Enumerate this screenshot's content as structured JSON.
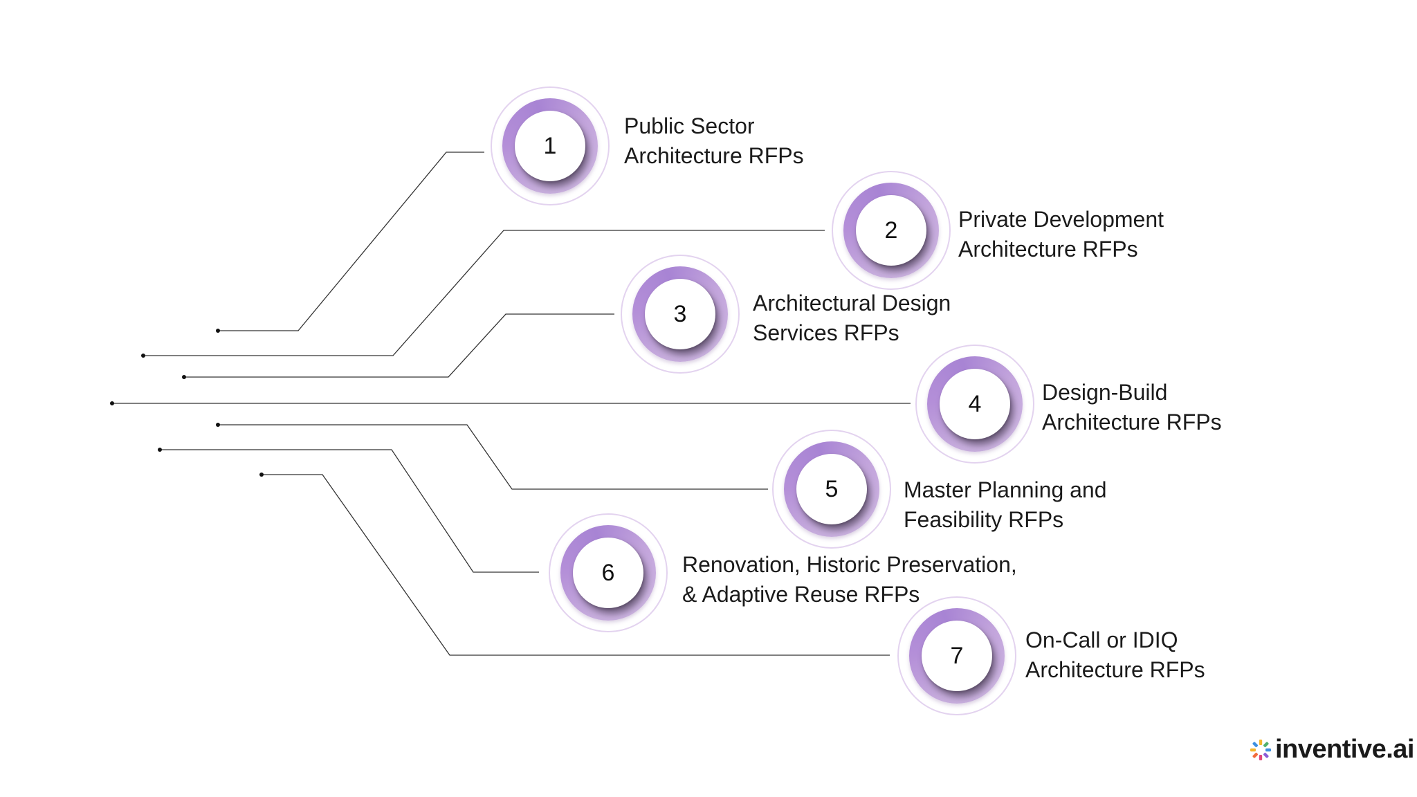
{
  "items": [
    {
      "number": "1",
      "line1": "Public Sector",
      "line2": "Architecture RFPs"
    },
    {
      "number": "2",
      "line1": "Private Development",
      "line2": "Architecture RFPs"
    },
    {
      "number": "3",
      "line1": "Architectural Design",
      "line2": "Services RFPs"
    },
    {
      "number": "4",
      "line1": "Design-Build",
      "line2": "Architecture RFPs"
    },
    {
      "number": "5",
      "line1": "Master Planning and",
      "line2": "Feasibility RFPs"
    },
    {
      "number": "6",
      "line1": "Renovation, Historic Preservation,",
      "line2": "& Adaptive Reuse RFPs"
    },
    {
      "number": "7",
      "line1": "On-Call or IDIQ",
      "line2": "Architecture RFPs"
    }
  ],
  "brand": {
    "name": "inventive.ai",
    "logo_icon": "pinwheel-logo-icon",
    "colors": [
      "#f26b3a",
      "#f5b72e",
      "#4fb06d",
      "#3d8fe0",
      "#8a5cd6",
      "#e0457b"
    ]
  },
  "colors": {
    "ring": "#b48fd8",
    "connector": "#333333"
  }
}
